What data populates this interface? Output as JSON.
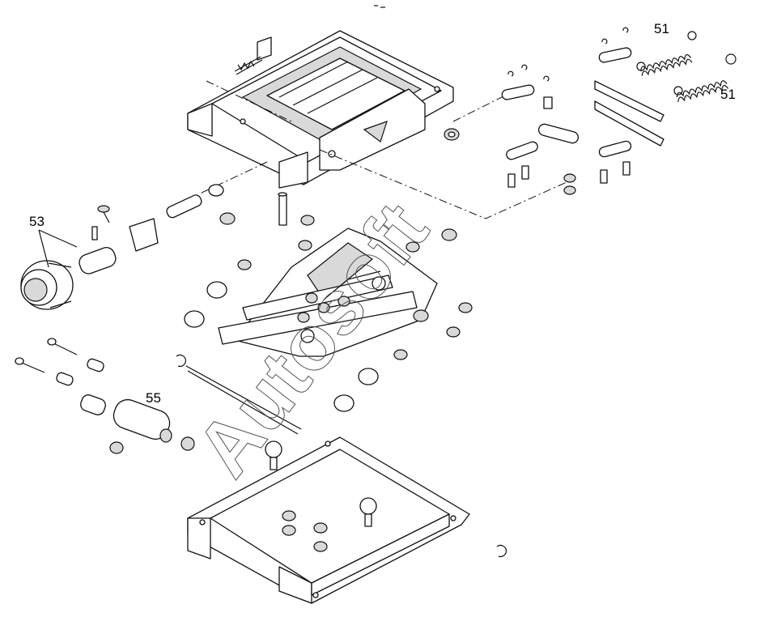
{
  "diagram": {
    "callouts": [
      {
        "id": "spring-top",
        "text": "51"
      },
      {
        "id": "spring-bottom",
        "text": "51"
      },
      {
        "id": "knob",
        "text": "53"
      },
      {
        "id": "damper",
        "text": "55"
      }
    ],
    "watermark": "Autosoft"
  }
}
